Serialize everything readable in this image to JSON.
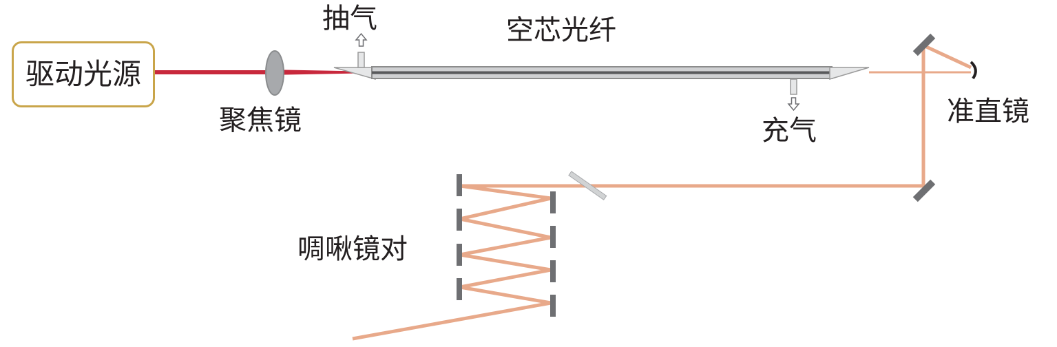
{
  "labels": {
    "source": "驱动光源",
    "focus_lens": "聚焦镜",
    "pump_out": "抽气",
    "fiber": "空芯光纤",
    "gas_in": "充气",
    "collimator": "准直镜",
    "chirped_mirrors": "啁啾镜对"
  },
  "colors": {
    "drive_beam": "#c8283c",
    "output_beam": "#e8a98a",
    "fiber_gray": "#8c8c8c",
    "mirror_gray": "#6e6f72",
    "source_border": "#c9a54a",
    "text": "#231f20"
  },
  "icons": {
    "pump_arrow": "arrow-up-icon",
    "gas_arrow": "arrow-down-icon"
  }
}
